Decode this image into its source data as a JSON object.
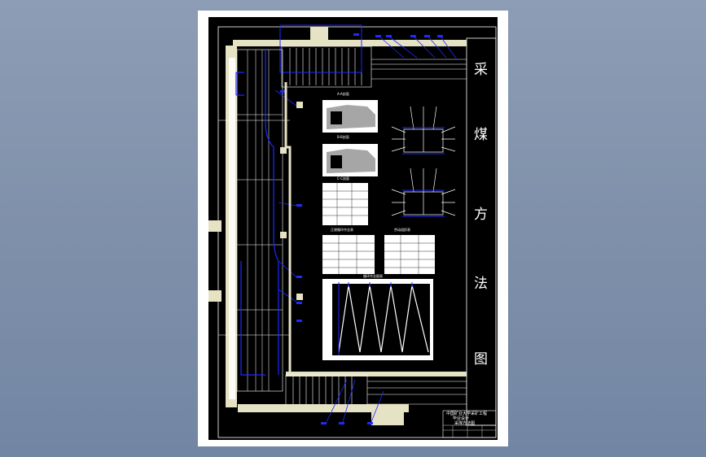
{
  "drawing": {
    "title_chars": [
      "采",
      "煤",
      "方",
      "法",
      "图"
    ],
    "title_block": {
      "line1": "中国矿业大学采矿工程",
      "line2": "毕业设计",
      "line3": "采煤方法图"
    },
    "detail_labels": {
      "section_a": "A-A剖面",
      "section_b": "B-B剖面",
      "section_c": "C-C剖面",
      "table_a": "正规循环作业表",
      "table_b": "劳动组织表",
      "schedule": "循环作业图表"
    }
  },
  "colors": {
    "background": "#7f90aa",
    "sheet": "#ffffff",
    "canvas": "#000000",
    "line_white": "#ffffff",
    "accent_blue": "#1e2aff",
    "fill_cream": "#e6e2c4"
  }
}
